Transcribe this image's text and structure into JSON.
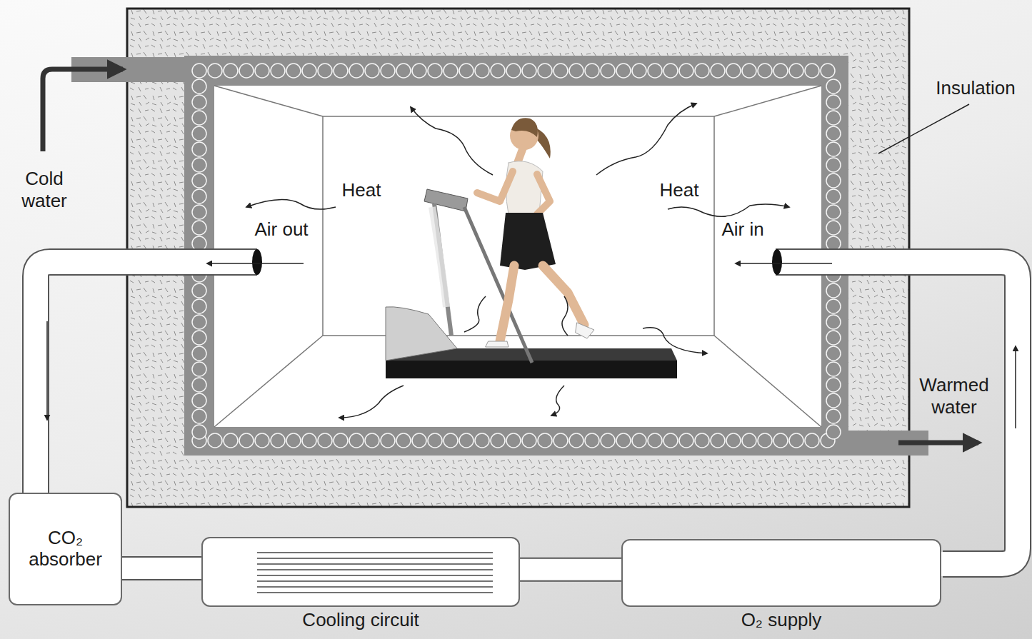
{
  "diagram": {
    "nodes": [
      {
        "text": [
          "CO₂ absorber"
        ]
      },
      {
        "text": [
          "Cooling circuit"
        ]
      },
      {
        "text": [
          "O₂ supply"
        ]
      }
    ],
    "edges": [
      {
        "from": 0,
        "to": 1,
        "arrow": "none"
      },
      {
        "from": 1,
        "to": 2,
        "arrow": "none"
      }
    ],
    "labels": [
      "Cold water",
      "Insulation",
      "Heat",
      "Air out",
      "Heat",
      "Air in",
      "Warmed water"
    ]
  }
}
